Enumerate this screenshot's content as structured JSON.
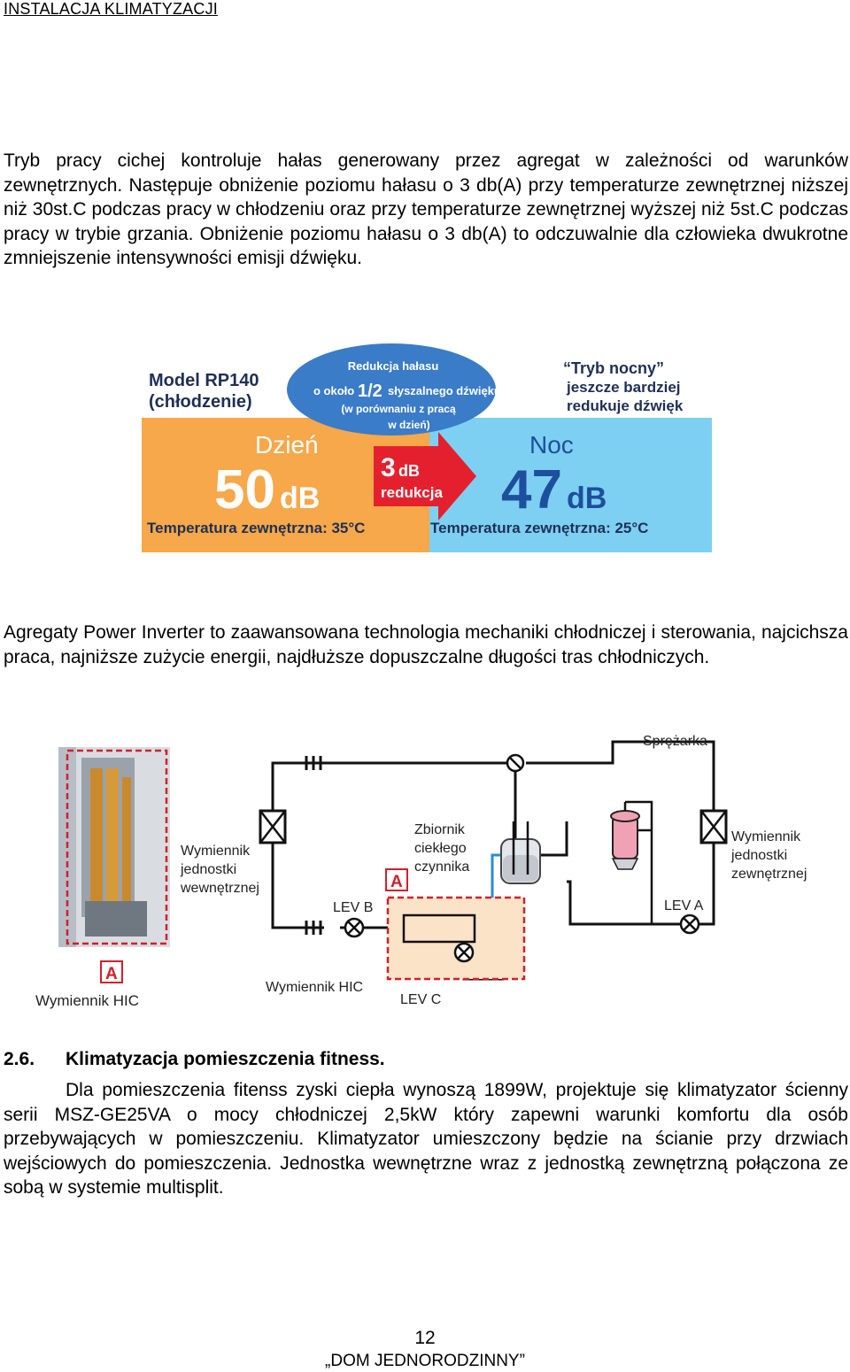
{
  "header": {
    "title": "INSTALACJA KLIMATYZACJI"
  },
  "paragraphs": {
    "p1": "Tryb pracy cichej kontroluje hałas generowany przez agregat w zależności od warunków zewnętrznych. Następuje obniżenie poziomu hałasu o 3 db(A) przy temperaturze zewnętrznej niższej niż 30st.C podczas pracy w chłodzeniu oraz przy temperaturze zewnętrznej wyższej niż 5st.C podczas pracy w trybie grzania. Obniżenie poziomu hałasu o 3 db(A) to odczuwalnie dla człowieka dwukrotne zmniejszenie intensywności emisji dźwięku.",
    "p2": "Agregaty Power Inverter to zaawansowana technologia mechaniki chłodniczej i sterowania, najcichsza praca, najniższe zużycie energii, najdłuższe dopuszczalne długości tras chłodniczych.",
    "p3": "Dla pomieszczenia fitenss zyski ciepła wynoszą 1899W, projektuje się klimatyzator ścienny serii MSZ-GE25VA o mocy chłodniczej 2,5kW który zapewni warunki komfortu dla osób przebywających w pomieszczeniu. Klimatyzator umieszczony będzie na ścianie przy drzwiach wejściowych do pomieszczenia. Jednostka wewnętrzne wraz z jednostką zewnętrzną połączona ze sobą w systemie multisplit."
  },
  "noise_figure": {
    "model_line1": "Model RP140",
    "model_line2": "(chłodzenie)",
    "bubble_line1": "Redukcja hałasu",
    "bubble_prefix": "o około",
    "bubble_fraction": "1/2",
    "bubble_suffix": "słyszalnego dźwięku",
    "bubble_line3": "(w porównaniu z pracą",
    "bubble_line4": "w dzień)",
    "night_note_line1": "“Tryb nocny”",
    "night_note_line2": "jeszcze bardziej",
    "night_note_line3": "redukuje dźwięk",
    "day_label": "Dzień",
    "day_value": "50",
    "day_unit": "dB",
    "night_label": "Noc",
    "night_value": "47",
    "night_unit": "dB",
    "reduction_value": "3",
    "reduction_unit": "dB",
    "reduction_label": "redukcja",
    "day_temp": "Temperatura zewnętrzna: 35°C",
    "night_temp": "Temperatura zewnętrzna: 25°C",
    "colors": {
      "day": "#f6a84a",
      "night": "#7dd0f2",
      "bubble": "#3a7cc8",
      "arrow": "#e5202e",
      "value_blue": "#1d4f9c"
    }
  },
  "hic_figure": {
    "label_compressor": "Sprężarka",
    "label_indoor_line1": "Wymiennik",
    "label_indoor_line2": "jednostki",
    "label_indoor_line3": "wewnętrznej",
    "label_outdoor_line1": "Wymiennik",
    "label_outdoor_line2": "jednostki",
    "label_outdoor_line3": "zewnętrznej",
    "label_tank_line1": "Zbiornik",
    "label_tank_line2": "ciekłego",
    "label_tank_line3": "czynnika",
    "marker_a": "A",
    "label_lev_a": "LEV A",
    "label_lev_b": "LEV B",
    "label_lev_c": "LEV C",
    "label_hic_center": "Wymiennik HIC",
    "label_hic_photo": "Wymiennik HIC"
  },
  "section": {
    "number": "2.6.",
    "title": "Klimatyzacja pomieszczenia fitness."
  },
  "footer": {
    "page_number": "12",
    "title": "„DOM JEDNORODZINNY”"
  }
}
